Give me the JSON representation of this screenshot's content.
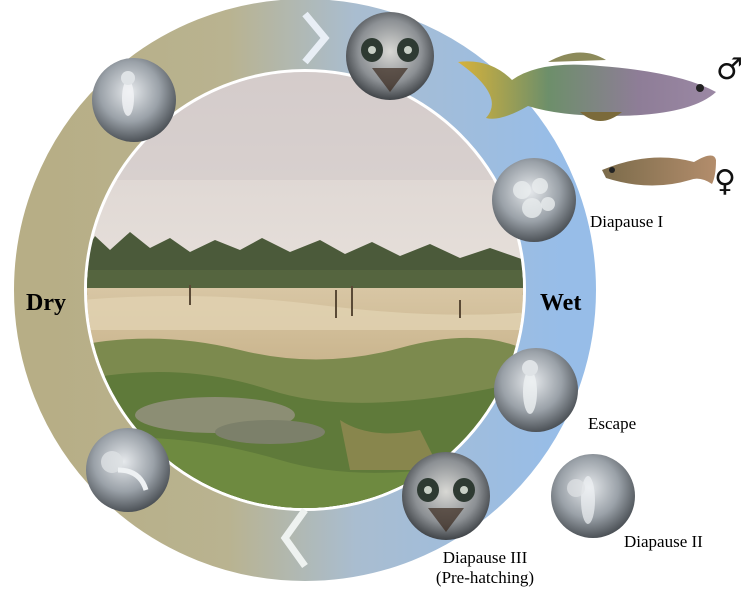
{
  "diagram": {
    "seasons": {
      "dry": "Dry",
      "wet": "Wet"
    },
    "stages": {
      "diapause_1": "Diapause I",
      "escape": "Escape",
      "diapause_2": "Diapause II",
      "diapause_3_line1": "Diapause III",
      "diapause_3_line2": "(Pre-hatching)"
    },
    "fish": {
      "male_symbol": "♂",
      "female_symbol": "♀"
    },
    "colors": {
      "dry_ring": "#b9b08a",
      "wet_ring": "#9dbfe4",
      "chevron": "#eaf1f7"
    },
    "icons": [
      "embryo-egg",
      "fish-male",
      "fish-female",
      "landscape-photo",
      "chevron-arrow"
    ]
  }
}
